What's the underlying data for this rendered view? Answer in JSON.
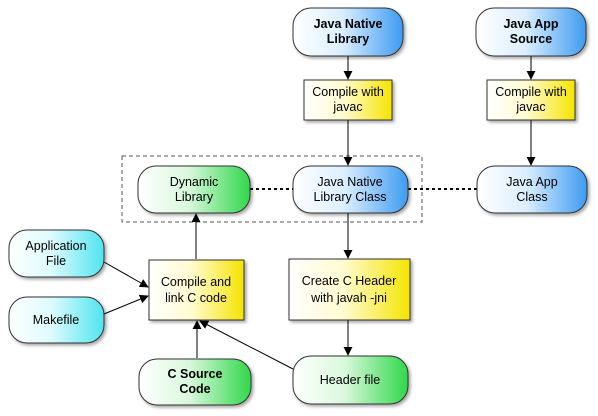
{
  "diagram": {
    "nodes": {
      "java_native_library": {
        "lines": [
          "Java Native",
          "Library"
        ],
        "bold": true,
        "color": "#3d9bf0"
      },
      "compile_javac_left": {
        "lines": [
          "Compile with",
          "javac"
        ],
        "bold": false,
        "color": "#f5e400"
      },
      "java_native_library_class": {
        "lines": [
          "Java Native",
          "Library Class"
        ],
        "bold": false,
        "color": "#3d9bf0"
      },
      "create_c_header": {
        "lines": [
          "Create C Header",
          "with javah -jni"
        ],
        "bold": false,
        "color": "#f5e400"
      },
      "header_file": {
        "lines": [
          "Header file"
        ],
        "bold": false,
        "color": "#2fd84a"
      },
      "java_app_source": {
        "lines": [
          "Java App",
          "Source"
        ],
        "bold": true,
        "color": "#3d9bf0"
      },
      "compile_javac_right": {
        "lines": [
          "Compile with",
          "javac"
        ],
        "bold": false,
        "color": "#f5e400"
      },
      "java_app_class": {
        "lines": [
          "Java App",
          "Class"
        ],
        "bold": false,
        "color": "#3d9bf0"
      },
      "dynamic_library": {
        "lines": [
          "Dynamic",
          "Library"
        ],
        "bold": false,
        "color": "#2fd84a"
      },
      "compile_link_c": {
        "lines": [
          "Compile and",
          "link C code"
        ],
        "bold": false,
        "color": "#f5e400"
      },
      "application_file": {
        "lines": [
          "Application",
          "File"
        ],
        "bold": false,
        "color": "#4fe4f0"
      },
      "makefile": {
        "lines": [
          "Makefile"
        ],
        "bold": false,
        "color": "#4fe4f0"
      },
      "c_source_code": {
        "lines": [
          "C Source",
          "Code"
        ],
        "bold": true,
        "color": "#2fd84a"
      }
    }
  }
}
